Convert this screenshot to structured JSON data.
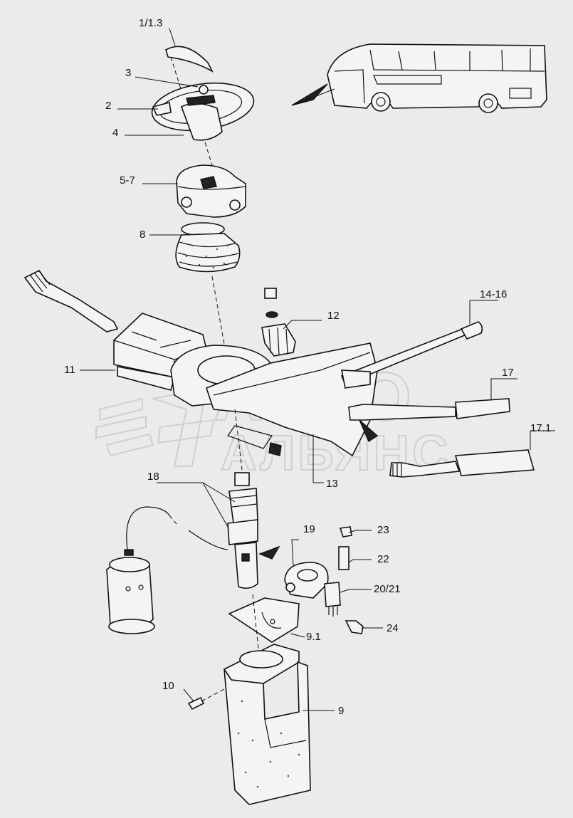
{
  "watermark": {
    "line1": "АВТО",
    "line2": "АЛЬЯНС"
  },
  "labels": {
    "p1": "1/1.3",
    "p3": "3",
    "p2": "2",
    "p4": "4",
    "p57": "5-7",
    "p8": "8",
    "p11": "11",
    "p12": "12",
    "p1416": "14-16",
    "p17": "17",
    "p171": "17.1",
    "p13": "13",
    "p18": "18",
    "p19": "19",
    "p23": "23",
    "p22": "22",
    "p2021": "20/21",
    "p24": "24",
    "p91": "9.1",
    "p10": "10",
    "p9": "9"
  }
}
